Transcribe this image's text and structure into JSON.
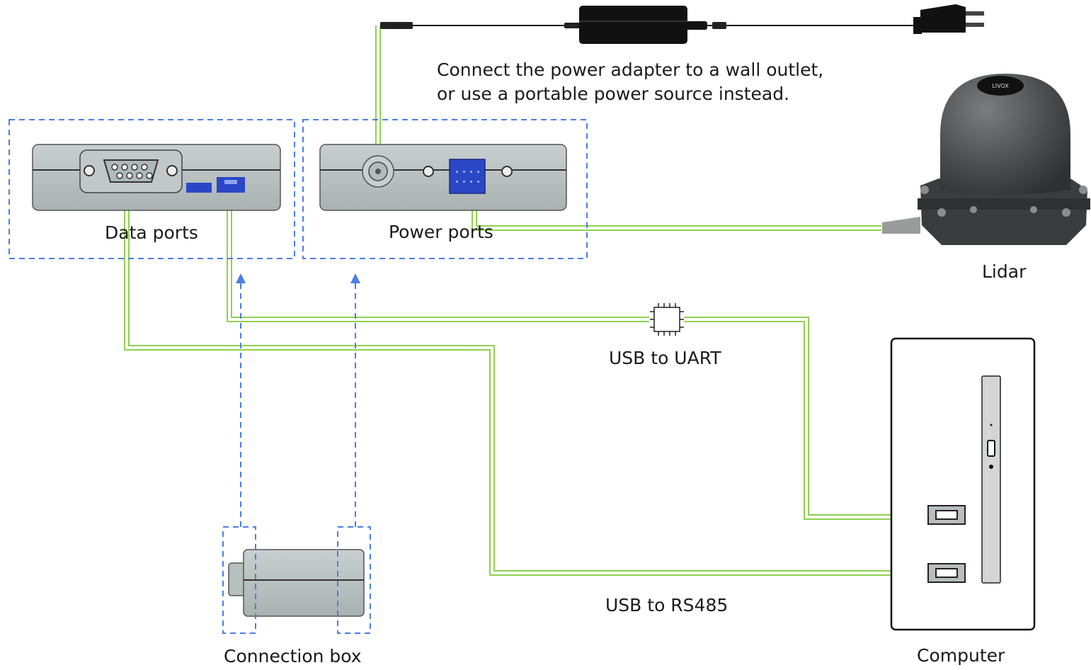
{
  "instruction": {
    "line1": "Connect the power adapter to a wall outlet,",
    "line2": "or use a portable power source instead."
  },
  "labels": {
    "data_ports": "Data ports",
    "power_ports": "Power ports",
    "lidar": "Lidar",
    "usb_to_uart": "USB to UART",
    "usb_to_rs485": "USB to RS485",
    "connection_box": "Connection box",
    "computer": "Computer"
  },
  "lidar_badge": "LIVOX",
  "colors": {
    "cable": "#8fd14f",
    "dashed_box": "#4a7ee6",
    "device_body": "#b7bfbf",
    "port_blue": "#2a47c6",
    "lidar_body": "#4a4d50"
  }
}
